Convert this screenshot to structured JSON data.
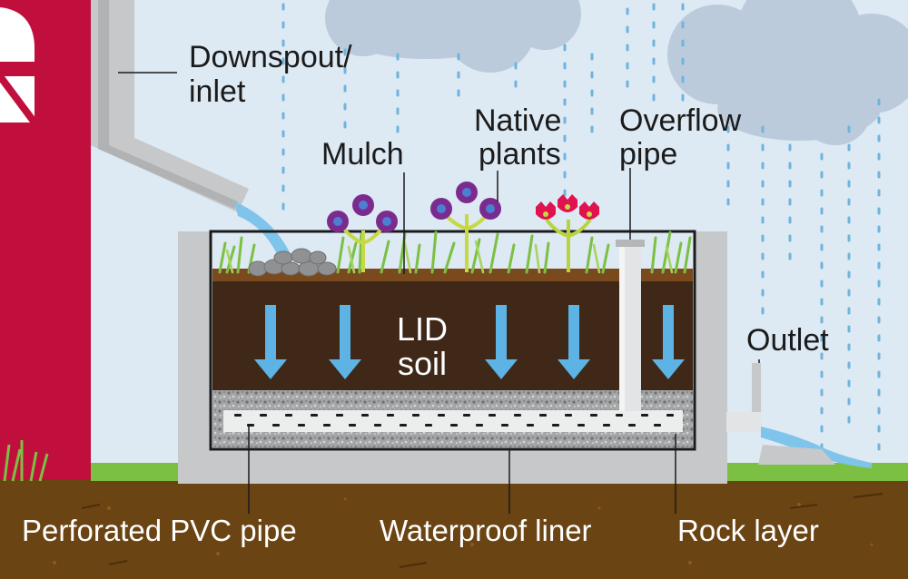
{
  "labels": {
    "downspout": "Downspout/",
    "downspout_2": "inlet",
    "mulch": "Mulch",
    "native": "Native",
    "native_2": "plants",
    "overflow": "Overflow",
    "overflow_2": "pipe",
    "lid": "LID",
    "lid_2": "soil",
    "outlet": "Outlet",
    "perforated_pipe": "Perforated PVC pipe",
    "liner": "Waterproof liner",
    "rock_layer": "Rock layer"
  },
  "icons": [
    "cloud-icon",
    "flower-icon",
    "tulip-icon",
    "arrow-down-icon",
    "rain-icon"
  ],
  "colors": {
    "sky": "#dde9f3",
    "cloud": "#bccbdc",
    "barn_red": "#c10f3d",
    "concrete": "#c7c8ca",
    "soil": "#3f2818",
    "ground": "#6b4413",
    "grass": "#7cc043",
    "water": "#7fc4ea",
    "arrow": "#5cb3e4",
    "rock": "#9ea0a2"
  }
}
